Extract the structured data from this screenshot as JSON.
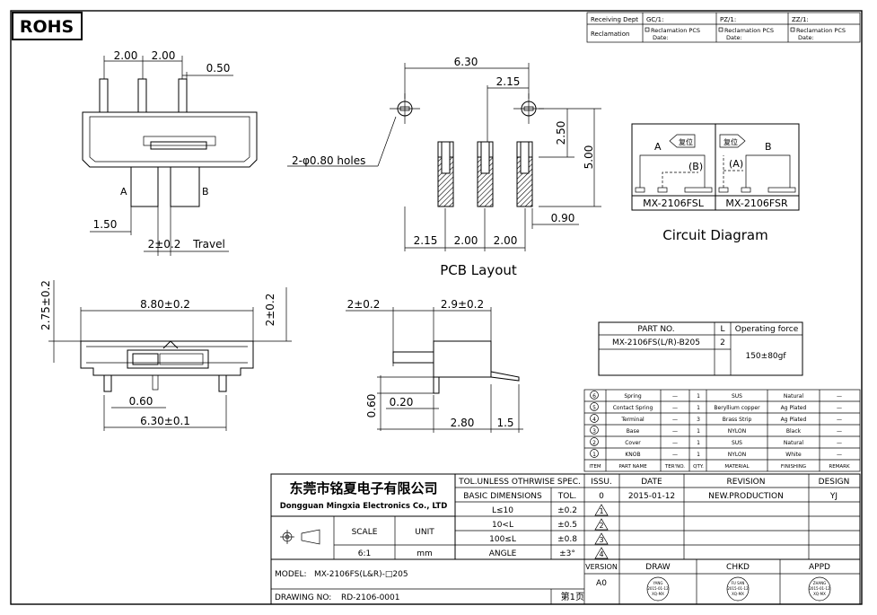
{
  "rohs": "ROHS",
  "receiving": {
    "dept": "Receiving Dept",
    "reclamation": "Reclamation",
    "cols": [
      "GC/1:",
      "PZ/1:",
      "ZZ/1:"
    ],
    "cell_line1": "Reclamation  PCS",
    "cell_line2": "Date:"
  },
  "side_view": {
    "dims": [
      "2.00",
      "2.00",
      "0.50",
      "1.50",
      "2±0.2",
      "Travel"
    ],
    "labels": [
      "A",
      "B"
    ]
  },
  "pcb": {
    "dims": [
      "6.30",
      "2.15",
      "2.50",
      "5.00",
      "0.90",
      "2.15",
      "2.00",
      "2.00"
    ],
    "holes": "2-φ0.80 holes",
    "title": "PCB Layout"
  },
  "circuit": {
    "title": "Circuit Diagram",
    "left_model": "MX-2106FSL",
    "right_model": "MX-2106FSR",
    "left_labels": [
      "A",
      "(B)",
      "复位"
    ],
    "right_labels": [
      "B",
      "(A)",
      "复位"
    ]
  },
  "bottom_views": {
    "dims_left": [
      "2.75±0.2",
      "8.80±0.2",
      "2±0.2",
      "0.60",
      "6.30±0.1"
    ],
    "dims_right": [
      "2±0.2",
      "2.9±0.2",
      "0.60",
      "0.20",
      "2.80",
      "1.5"
    ]
  },
  "part_table": {
    "headers": [
      "PART NO.",
      "L",
      "Operating force"
    ],
    "part_no": "MX-2106FS(L/R)-B205",
    "l_value": "2",
    "force": "150±80gf"
  },
  "bom": {
    "rows": [
      [
        "6",
        "Spring",
        "—",
        "1",
        "SUS",
        "Natural",
        "—"
      ],
      [
        "5",
        "Contact Spring",
        "—",
        "1",
        "Beryllium copper",
        "Ag Plated",
        "—"
      ],
      [
        "4",
        "Terminal",
        "—",
        "3",
        "Brass Strip",
        "Ag Plated",
        "—"
      ],
      [
        "3",
        "Base",
        "—",
        "1",
        "NYLON",
        "Black",
        "—"
      ],
      [
        "2",
        "Cover",
        "—",
        "1",
        "SUS",
        "Natural",
        "—"
      ],
      [
        "1",
        "KNOB",
        "—",
        "1",
        "NYLON",
        "White",
        "—"
      ]
    ],
    "headers": [
      "ITEM",
      "PART NAME",
      "TER'NO.",
      "QTY.",
      "MATERIAL",
      "FINISHING",
      "REMARK"
    ]
  },
  "title_block": {
    "company_cn": "东莞市铭夏电子有限公司",
    "company_en": "Dongguan Mingxia Electronics Co., LTD",
    "tol_title": "TOL.UNLESS OTHRWISE SPEC.",
    "basic_dims": "BASIC DIMENSIONS",
    "tol": "TOL.",
    "tol_rows": [
      [
        "L≤10",
        "±0.2"
      ],
      [
        "10<L",
        "±0.5"
      ],
      [
        "100≤L",
        "±0.8"
      ],
      [
        "ANGLE",
        "±3°"
      ]
    ],
    "scale_label": "SCALE",
    "unit_label": "UNIT",
    "scale": "6:1",
    "unit": "mm",
    "issu": "ISSU.",
    "date_h": "DATE",
    "revision_h": "REVISION",
    "design_h": "DESIGN",
    "rev_row": [
      "0",
      "2015-01-12",
      "NEW.PRODUCTION",
      "YJ"
    ],
    "rev_marks": [
      "1",
      "2",
      "3",
      "4"
    ],
    "model_label": "MODEL:",
    "model": "MX-2106FS(L&R)-□205",
    "drawing_label": "DRAWING NO:",
    "drawing_no": "RD-2106-0001",
    "version_h": "VERSION",
    "version": "A0",
    "draw_h": "DRAW",
    "chkd_h": "CHKD",
    "appd_h": "APPD",
    "page": "第1页",
    "stamp_names": [
      "YANG",
      "FU SAN",
      "ZHANG"
    ],
    "stamp_date": "2015-01-12",
    "stamp_co": "XQ-MX"
  }
}
